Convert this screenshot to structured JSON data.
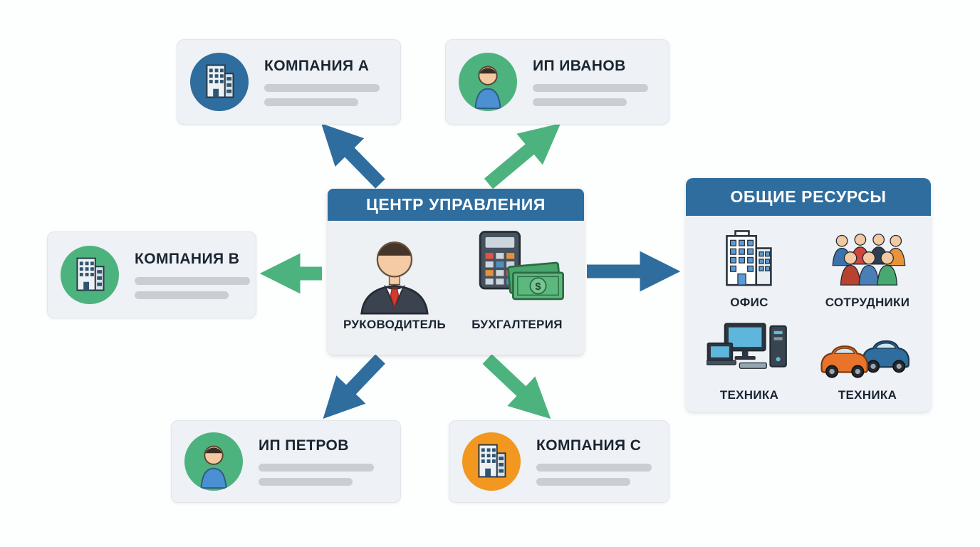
{
  "colors": {
    "blue": "#2e6d9e",
    "green": "#4db37e",
    "orange": "#f2971f",
    "card_bg": "#eef1f5",
    "placeholder_bar": "#c9ced4",
    "title_text": "#1b2531"
  },
  "center": {
    "title": "ЦЕНТР УПРАВЛЕНИЯ",
    "items": [
      {
        "label": "РУКОВОДИТЕЛЬ",
        "icon": "manager-icon"
      },
      {
        "label": "БУХГАЛТЕРИЯ",
        "icon": "accounting-icon"
      }
    ]
  },
  "entities": [
    {
      "label": "КОМПАНИЯ А",
      "icon": "building-icon",
      "icon_bg": "#2e6d9e",
      "arrow_color": "blue"
    },
    {
      "label": "ИП ИВАНОВ",
      "icon": "person-icon",
      "icon_bg": "#4db37e",
      "arrow_color": "green"
    },
    {
      "label": "КОМПАНИЯ В",
      "icon": "building-icon",
      "icon_bg": "#4db37e",
      "arrow_color": "green"
    },
    {
      "label": "ИП ПЕТРОВ",
      "icon": "person-icon",
      "icon_bg": "#4db37e",
      "arrow_color": "blue"
    },
    {
      "label": "КОМПАНИЯ С",
      "icon": "building-icon",
      "icon_bg": "#f2971f",
      "arrow_color": "green"
    }
  ],
  "resources": {
    "title": "ОБЩИЕ РЕСУРСЫ",
    "items": [
      {
        "label": "ОФИС",
        "icon": "office-building-icon"
      },
      {
        "label": "СОТРУДНИКИ",
        "icon": "employees-icon"
      },
      {
        "label": "ТЕХНИКА",
        "icon": "computers-icon"
      },
      {
        "label": "ТЕХНИКА",
        "icon": "vehicles-icon"
      }
    ]
  }
}
